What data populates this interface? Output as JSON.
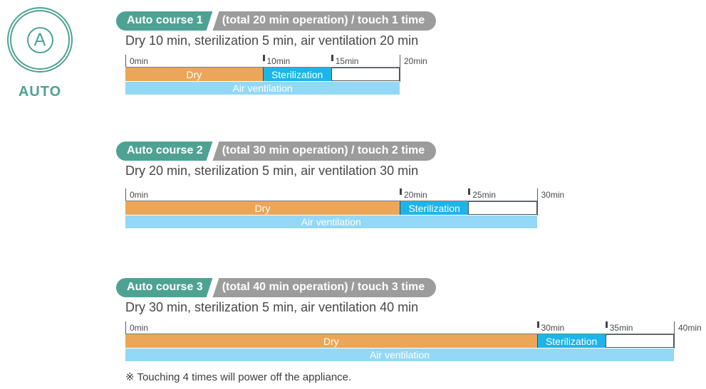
{
  "icon": {
    "letter": "A",
    "label": "AUTO"
  },
  "colors": {
    "teal": "#4EA294",
    "gray": "#9C9C9C",
    "orange": "#ECA657",
    "cyan": "#1DB4E9",
    "air_blue": "#93D8F6",
    "text_dark": "#474747",
    "tick": "#3E444A",
    "line": "#565B60"
  },
  "courses": [
    {
      "badge": "Auto course 1",
      "details": "(total 20 min operation) / touch 1 time",
      "subtitle": "Dry 10 min, sterilization 5 min, air ventilation 20 min",
      "total_min": 20,
      "ticks": [
        {
          "min": 0,
          "label": "0min"
        },
        {
          "min": 10,
          "label": "10min"
        },
        {
          "min": 15,
          "label": "15min"
        },
        {
          "min": 20,
          "label": "20min"
        }
      ],
      "phases": [
        {
          "label": "Dry",
          "start": 0,
          "end": 10,
          "kind": "dry"
        },
        {
          "label": "Sterilization",
          "start": 10,
          "end": 15,
          "kind": "sterilization"
        },
        {
          "label": "",
          "start": 15,
          "end": 20,
          "kind": "idle"
        }
      ],
      "air": {
        "label": "Air ventilation",
        "start": 0,
        "end": 20
      }
    },
    {
      "badge": "Auto course 2",
      "details": "(total 30 min operation) / touch 2 time",
      "subtitle": "Dry 20 min, sterilization 5 min, air ventilation 30 min",
      "total_min": 30,
      "ticks": [
        {
          "min": 0,
          "label": "0min"
        },
        {
          "min": 20,
          "label": "20min"
        },
        {
          "min": 25,
          "label": "25min"
        },
        {
          "min": 30,
          "label": "30min"
        }
      ],
      "phases": [
        {
          "label": "Dry",
          "start": 0,
          "end": 20,
          "kind": "dry"
        },
        {
          "label": "Sterilization",
          "start": 20,
          "end": 25,
          "kind": "sterilization"
        },
        {
          "label": "",
          "start": 25,
          "end": 30,
          "kind": "idle"
        }
      ],
      "air": {
        "label": "Air ventilation",
        "start": 0,
        "end": 30
      }
    },
    {
      "badge": "Auto course 3",
      "details": "(total 40 min operation) / touch 3 time",
      "subtitle": "Dry 30 min, sterilization 5 min, air ventilation 40 min",
      "total_min": 40,
      "ticks": [
        {
          "min": 0,
          "label": "0min"
        },
        {
          "min": 30,
          "label": "30min"
        },
        {
          "min": 35,
          "label": "35min"
        },
        {
          "min": 40,
          "label": "40min"
        }
      ],
      "phases": [
        {
          "label": "Dry",
          "start": 0,
          "end": 30,
          "kind": "dry"
        },
        {
          "label": "Sterilization",
          "start": 30,
          "end": 35,
          "kind": "sterilization"
        },
        {
          "label": "",
          "start": 35,
          "end": 40,
          "kind": "idle"
        }
      ],
      "air": {
        "label": "Air ventilation",
        "start": 0,
        "end": 40
      }
    }
  ],
  "footnote": "※ Touching 4 times will power off the appliance."
}
